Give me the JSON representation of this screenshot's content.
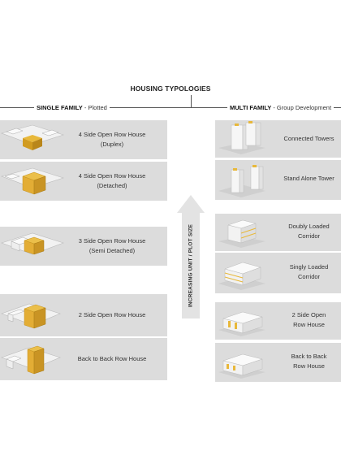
{
  "diagram": {
    "title": "HOUSING TYPOLOGIES",
    "axis_label": "INCREASING UNIT / PLOT SIZE"
  },
  "single_family": {
    "title": "SINGLE FAMILY",
    "subtitle": " - Plotted",
    "items": [
      {
        "line1": "4 Side Open Row House",
        "line2": "(Duplex)"
      },
      {
        "line1": "4 Side Open Row House",
        "line2": "(Detached)"
      },
      {
        "line1": "3 Side Open Row House",
        "line2": "(Semi Detached)"
      },
      {
        "line1": "2 Side Open Row House",
        "line2": ""
      },
      {
        "line1": "Back to Back Row House",
        "line2": ""
      }
    ]
  },
  "multi_family": {
    "title": "MULTI FAMILY",
    "subtitle": " - Group Development",
    "items": [
      {
        "line1": "Connected Towers",
        "line2": ""
      },
      {
        "line1": "Stand Alone Tower",
        "line2": ""
      },
      {
        "line1": "Doubly Loaded",
        "line2": "Corridor"
      },
      {
        "line1": "Singly Loaded",
        "line2": "Corridor"
      },
      {
        "line1": "2 Side Open",
        "line2": "Row House"
      },
      {
        "line1": "Back to Back",
        "line2": "Row House"
      }
    ]
  },
  "colors": {
    "panel": "#dcdcdc",
    "highlight": "#e8b83a",
    "building": "#f4f4f4"
  }
}
